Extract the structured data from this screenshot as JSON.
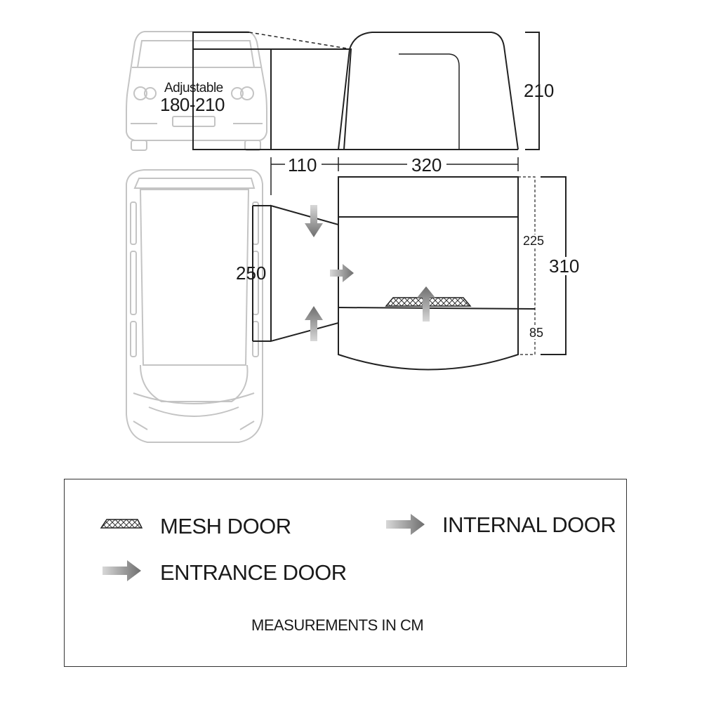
{
  "front_view": {
    "adjustable_label": "Adjustable",
    "adjustable_range": "180-210",
    "height": "210",
    "width_annex": "110",
    "width_main": "320"
  },
  "plan_view": {
    "annex_depth": "250",
    "main_depth": "310",
    "sub_depth_upper": "225",
    "sub_depth_lower": "85"
  },
  "legend": {
    "mesh_door": "MESH DOOR",
    "internal_door": "INTERNAL DOOR",
    "entrance_door": "ENTRANCE DOOR",
    "note": "MEASUREMENTS IN CM"
  },
  "icons": [
    "van-rear-outline",
    "van-top-outline",
    "mesh-door-icon",
    "internal-door-arrow-icon",
    "entrance-door-arrow-icon"
  ],
  "colors": {
    "line": "#222222",
    "vehicle": "#bfbfbf",
    "arrow_light": "#9a9a9a",
    "arrow_dark": "#6e6e6e"
  }
}
